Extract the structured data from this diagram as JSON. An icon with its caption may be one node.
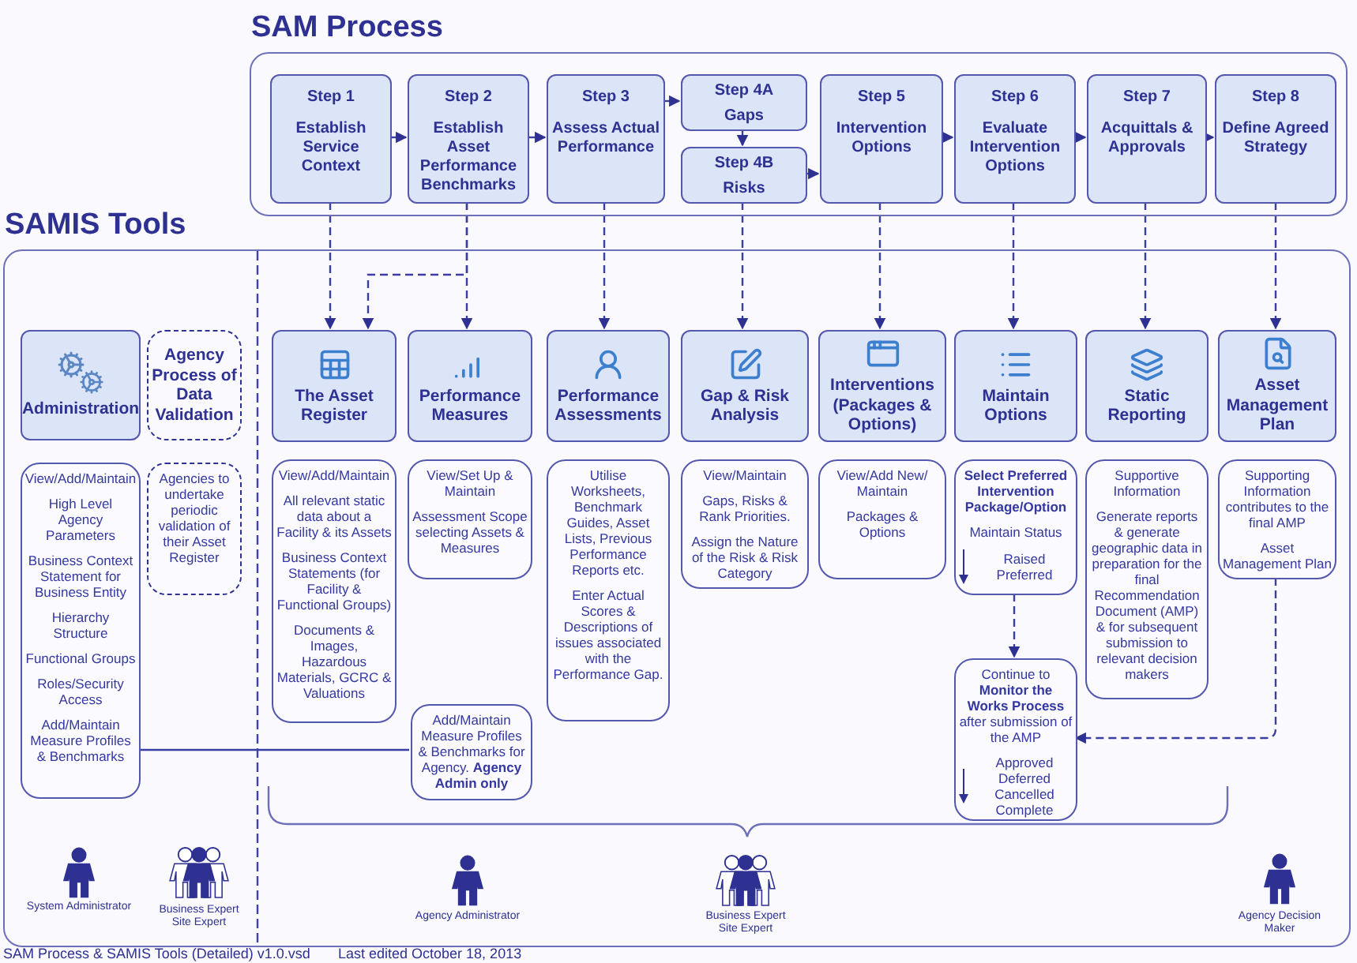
{
  "diagram": {
    "nodes": [
      {
        "text": [
          "SAM Process"
        ]
      },
      {
        "text": [
          "Step 1",
          "Establish Service Context"
        ],
        "in": 0
      },
      {
        "text": [
          "Step 2",
          "Establish Asset Performance Benchmarks"
        ],
        "in": 0
      },
      {
        "text": [
          "Step 3",
          "Assess Actual Performance"
        ],
        "in": 0
      },
      {
        "text": [
          "Step 4A",
          "Gaps"
        ],
        "in": 0
      },
      {
        "text": [
          "Step 4B",
          "Risks"
        ],
        "in": 0
      },
      {
        "text": [
          "Step 5",
          "Intervention Options"
        ],
        "in": 0
      },
      {
        "text": [
          "Step 6",
          "Evaluate Intervention Options"
        ],
        "in": 0
      },
      {
        "text": [
          "Step 7",
          "Acquittals & Approvals"
        ],
        "in": 0
      },
      {
        "text": [
          "Step 8",
          "Define Agreed Strategy"
        ],
        "in": 0
      },
      {
        "text": [
          "SAMIS Tools"
        ]
      },
      {
        "text": [
          "Administration"
        ],
        "in": 10
      },
      {
        "text": [
          "Agency Process of Data Validation"
        ],
        "in": 10
      },
      {
        "text": [
          "View/Add/Maintain",
          "High Level Agency Parameters",
          "Business Context Statement for Business Entity",
          "Hierarchy Structure",
          "Functional Groups",
          "Roles/Security Access",
          "Add/Maintain Measure Profiles & Benchmarks"
        ],
        "in": 10
      },
      {
        "text": [
          "Agencies to undertake periodic validation of their Asset Register"
        ],
        "in": 10
      },
      {
        "text": [
          "The Asset Register"
        ],
        "in": 10
      },
      {
        "text": [
          "Performance Measures"
        ],
        "in": 10
      },
      {
        "text": [
          "Performance Assessments"
        ],
        "in": 10
      },
      {
        "text": [
          "Gap & Risk Analysis"
        ],
        "in": 10
      },
      {
        "text": [
          "Interventions (Packages & Options)"
        ],
        "in": 10
      },
      {
        "text": [
          "Maintain Options"
        ],
        "in": 10
      },
      {
        "text": [
          "Static Reporting"
        ],
        "in": 10
      },
      {
        "text": [
          "Asset Management Plan"
        ],
        "in": 10
      },
      {
        "text": [
          "View/Add/Maintain",
          "All relevant static data about a Facility & its Assets",
          "Business Context Statements (for Facility & Functional Groups)",
          "Documents & Images, Hazardous Materials, GCRC & Valuations"
        ],
        "in": 10
      },
      {
        "text": [
          "View/Set Up & Maintain",
          "Assessment Scope selecting Assets & Measures"
        ],
        "in": 10
      },
      {
        "text": [
          "Utilise Worksheets, Benchmark Guides, Asset Lists, Previous Performance Reports etc.",
          "Enter Actual Scores & Descriptions of issues associated with the Performance Gap."
        ],
        "in": 10
      },
      {
        "text": [
          "View/Maintain",
          "Gaps, Risks & Rank Priorities.",
          "Assign the Nature of the Risk & Risk Category"
        ],
        "in": 10
      },
      {
        "text": [
          "View/Add New/ Maintain",
          "Packages & Options"
        ],
        "in": 10
      },
      {
        "text": [
          "**Select Preferred Intervention Package/Option**",
          "Maintain Status",
          "Raised Preferred"
        ],
        "in": 10
      },
      {
        "text": [
          "Supportive Information",
          "Generate reports & generate geographic data in preparation for the final Recommendation Document (AMP) & for subsequent submission to relevant decision makers"
        ],
        "in": 10
      },
      {
        "text": [
          "Supporting Information contributes to the final AMP",
          "Asset Management Plan"
        ],
        "in": 10
      },
      {
        "text": [
          "Add/Maintain Measure Profiles & Benchmarks for Agency. **Agency Admin only**"
        ],
        "in": 10
      },
      {
        "text": [
          "Continue to **Monitor the Works Process** after submission of the AMP",
          "Approved Deferred Cancelled Complete"
        ],
        "in": 10
      }
    ],
    "edges": [
      {
        "from": 1,
        "to": 2,
        "arrow": "to"
      },
      {
        "from": 2,
        "to": 3,
        "arrow": "to"
      },
      {
        "from": 3,
        "to": 4,
        "arrow": "to"
      },
      {
        "from": 4,
        "to": 5,
        "arrow": "to"
      },
      {
        "from": 5,
        "to": 6,
        "arrow": "to"
      },
      {
        "from": 6,
        "to": 7,
        "arrow": "to"
      },
      {
        "from": 7,
        "to": 8,
        "arrow": "to"
      },
      {
        "from": 8,
        "to": 9,
        "arrow": "to"
      },
      {
        "from": 1,
        "to": 15,
        "arrow": "to",
        "style": "dashed"
      },
      {
        "from": 2,
        "to": 16,
        "arrow": "to",
        "style": "dashed"
      },
      {
        "from": 2,
        "to": 15,
        "arrow": "to",
        "style": "dashed"
      },
      {
        "from": 3,
        "to": 17,
        "arrow": "to",
        "style": "dashed"
      },
      {
        "from": 5,
        "to": 18,
        "arrow": "to",
        "style": "dashed"
      },
      {
        "from": 6,
        "to": 19,
        "arrow": "to",
        "style": "dashed"
      },
      {
        "from": 7,
        "to": 20,
        "arrow": "to",
        "style": "dashed"
      },
      {
        "from": 8,
        "to": 21,
        "arrow": "to",
        "style": "dashed"
      },
      {
        "from": 9,
        "to": 22,
        "arrow": "to",
        "style": "dashed"
      },
      {
        "from": 28,
        "to": 32,
        "arrow": "to",
        "style": "dashed"
      },
      {
        "from": 30,
        "to": 32,
        "arrow": "to",
        "style": "dashed"
      },
      {
        "from": 13,
        "to": 31,
        "arrow": "none"
      }
    ],
    "labels": [
      "System Administrator",
      "Business Expert",
      "Site Expert",
      "Agency Administrator",
      "Business Expert",
      "Site Expert",
      "Agency Decision Maker",
      "SAM Process & SAMIS Tools (Detailed) v1.0.vsd",
      "Last edited October 18, 2013"
    ]
  }
}
